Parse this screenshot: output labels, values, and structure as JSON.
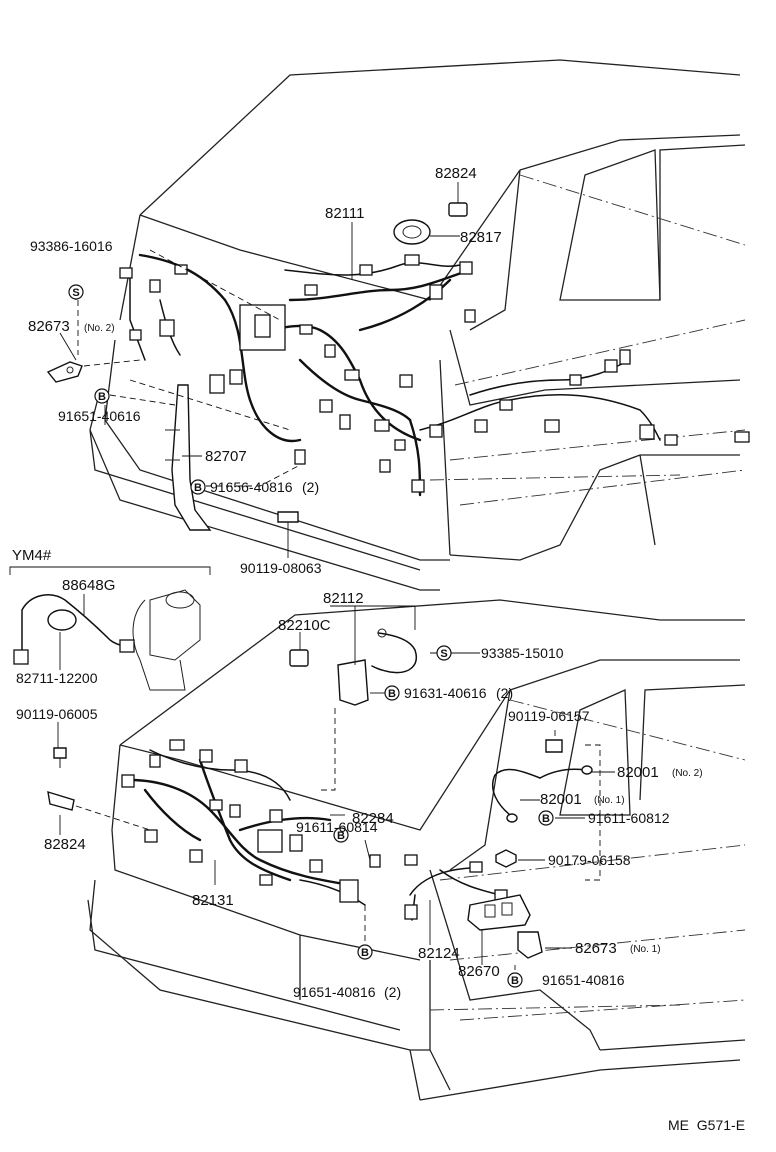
{
  "figure_code": "ME  G571-E",
  "inset_label": "YM4#",
  "callouts": [
    {
      "id": "82824_top",
      "number": "82824",
      "note": ""
    },
    {
      "id": "82111",
      "number": "82111",
      "note": ""
    },
    {
      "id": "82817",
      "number": "82817",
      "note": ""
    },
    {
      "id": "93386_16016",
      "number": "93386-16016",
      "note": "",
      "badge": "S"
    },
    {
      "id": "82673_no2",
      "number": "82673",
      "note": "(No. 2)"
    },
    {
      "id": "91651_40616",
      "number": "91651-40616",
      "note": "",
      "badge": "B"
    },
    {
      "id": "82707",
      "number": "82707",
      "note": ""
    },
    {
      "id": "91656_40816",
      "number": "91656-40816",
      "note": "(2)",
      "badge": "B"
    },
    {
      "id": "90119_08063",
      "number": "90119-08063",
      "note": ""
    },
    {
      "id": "88648G",
      "number": "88648G",
      "note": ""
    },
    {
      "id": "82711_12200",
      "number": "82711-12200",
      "note": ""
    },
    {
      "id": "90119_06005",
      "number": "90119-06005",
      "note": ""
    },
    {
      "id": "82824_low",
      "number": "82824",
      "note": ""
    },
    {
      "id": "82112",
      "number": "82112",
      "note": ""
    },
    {
      "id": "82210C",
      "number": "82210C",
      "note": ""
    },
    {
      "id": "93385_15010",
      "number": "93385-15010",
      "note": "",
      "badge": "S"
    },
    {
      "id": "91631_40616",
      "number": "91631-40616",
      "note": "(2)",
      "badge": "B"
    },
    {
      "id": "90119_06157",
      "number": "90119-06157",
      "note": ""
    },
    {
      "id": "82001_no2",
      "number": "82001",
      "note": "(No. 2)"
    },
    {
      "id": "82001_no1",
      "number": "82001",
      "note": "(No. 1)"
    },
    {
      "id": "91611_60814",
      "number": "91611-60814",
      "note": "",
      "badge": "B"
    },
    {
      "id": "82284",
      "number": "82284",
      "note": ""
    },
    {
      "id": "91611_60812",
      "number": "91611-60812",
      "note": "",
      "badge": "B"
    },
    {
      "id": "90179_06158",
      "number": "90179-06158",
      "note": ""
    },
    {
      "id": "82131",
      "number": "82131",
      "note": ""
    },
    {
      "id": "82124",
      "number": "82124",
      "note": ""
    },
    {
      "id": "82670",
      "number": "82670",
      "note": ""
    },
    {
      "id": "82673_no1",
      "number": "82673",
      "note": "(No. 1)"
    },
    {
      "id": "91651_40816_2",
      "number": "91651-40816",
      "note": "(2)",
      "badge": "B"
    },
    {
      "id": "91651_40816",
      "number": "91651-40816",
      "note": "",
      "badge": "B"
    }
  ]
}
